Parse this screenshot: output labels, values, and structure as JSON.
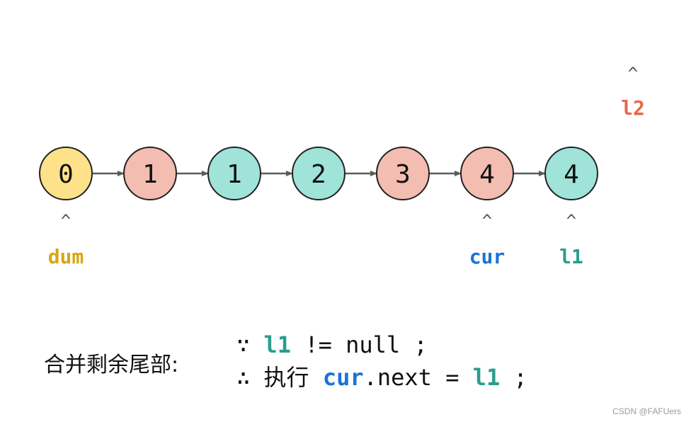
{
  "colors": {
    "dummy_fill": "#fde28a",
    "l2_fill": "#f3bdb1",
    "l1_fill": "#9fe3d9",
    "node_stroke": "#222222",
    "arrow": "#5a5a5a",
    "caret": "#555555",
    "dum": "#d9a514",
    "cur": "#1a73d9",
    "l1": "#2a9d8f",
    "l2": "#e8664a"
  },
  "nodes": [
    {
      "value": "0",
      "list": "dummy"
    },
    {
      "value": "1",
      "list": "l2"
    },
    {
      "value": "1",
      "list": "l1"
    },
    {
      "value": "2",
      "list": "l1"
    },
    {
      "value": "3",
      "list": "l2"
    },
    {
      "value": "4",
      "list": "l2"
    },
    {
      "value": "4",
      "list": "l1"
    }
  ],
  "pointers": [
    {
      "name": "dum",
      "caret": "^",
      "color_key": "dum",
      "node_index": 0,
      "side": "below"
    },
    {
      "name": "cur",
      "caret": "^",
      "color_key": "cur",
      "node_index": 5,
      "side": "below"
    },
    {
      "name": "l1",
      "caret": "^",
      "color_key": "l1",
      "node_index": 6,
      "side": "below"
    },
    {
      "name": "l2",
      "caret": "^",
      "color_key": "l2",
      "node_index": 7,
      "side": "above"
    }
  ],
  "caption": "合并剩余尾部:",
  "code": {
    "line1": {
      "prefix": "∵ ",
      "var": "l1",
      "rest": " != null ;"
    },
    "line2": {
      "prefix": "∴ 执行 ",
      "var1": "cur",
      "mid": ".next = ",
      "var2": "l1",
      "rest": " ;"
    }
  },
  "watermark": "CSDN @FAFUers"
}
